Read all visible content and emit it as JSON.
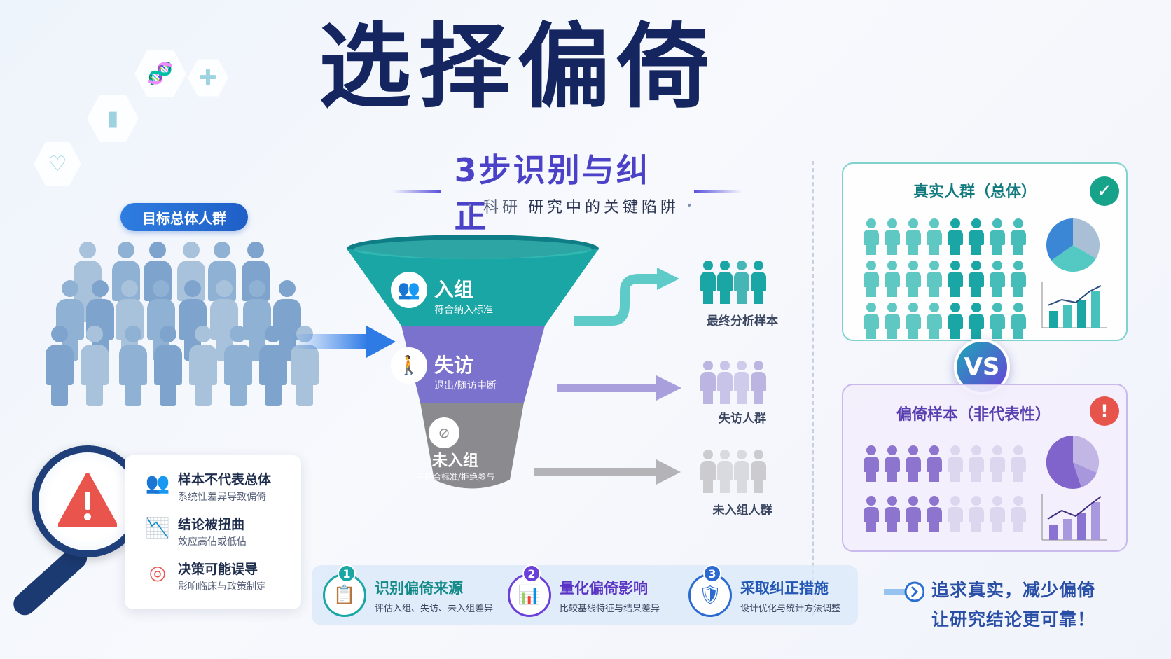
{
  "title": "选择偏倚",
  "subtitle": "3步识别与纠正",
  "tagline": {
    "prefix": "科研",
    "text": "研究中的关键陷阱"
  },
  "target_population_label": "目标总体人群",
  "funnel": [
    {
      "name": "入组",
      "desc": "符合纳入标准",
      "icon": "group-icon",
      "color": "#1aa6a4"
    },
    {
      "name": "失访",
      "desc": "退出/随访中断",
      "icon": "walking-person-icon",
      "color": "#7a72cc"
    },
    {
      "name": "未入组",
      "desc": "不符合标准/拒绝参与",
      "icon": "excluded-person-icon",
      "color": "#8b8b8f"
    }
  ],
  "outcomes": [
    {
      "label": "最终分析样本",
      "color": "#1aa6a4"
    },
    {
      "label": "失访人群",
      "color": "#b6aee0"
    },
    {
      "label": "未入组人群",
      "color": "#c8c8cc"
    }
  ],
  "true_population": {
    "title": "真实人群（总体）",
    "status_icon": "check-icon",
    "accent": "#1aa6a4"
  },
  "biased_sample": {
    "title": "偏倚样本（非代表性）",
    "status_icon": "warning-icon",
    "accent": "#7a5fc8"
  },
  "vs_label": "VS",
  "consequences": [
    {
      "title": "样本不代表总体",
      "desc": "系统性差异导致偏倚",
      "icon": "people-icon"
    },
    {
      "title": "结论被扭曲",
      "desc": "效应高估或低估",
      "icon": "distorted-chart-icon"
    },
    {
      "title": "决策可能误导",
      "desc": "影响临床与政策制定",
      "icon": "target-icon"
    }
  ],
  "steps": [
    {
      "num": "1",
      "title": "识别偏倚来源",
      "desc": "评估入组、失访、未入组差异",
      "icon": "clipboard-icon",
      "color": "#1aa6a4"
    },
    {
      "num": "2",
      "title": "量化偏倚影响",
      "desc": "比较基线特征与结果差异",
      "icon": "bar-chart-icon",
      "color": "#6b3fd9"
    },
    {
      "num": "3",
      "title": "采取纠正措施",
      "desc": "设计优化与统计方法调整",
      "icon": "shield-icon",
      "color": "#2b6bd1"
    }
  ],
  "motto": {
    "line1": "追求真实，减少偏倚",
    "line2": "让研究结论更可靠！"
  }
}
